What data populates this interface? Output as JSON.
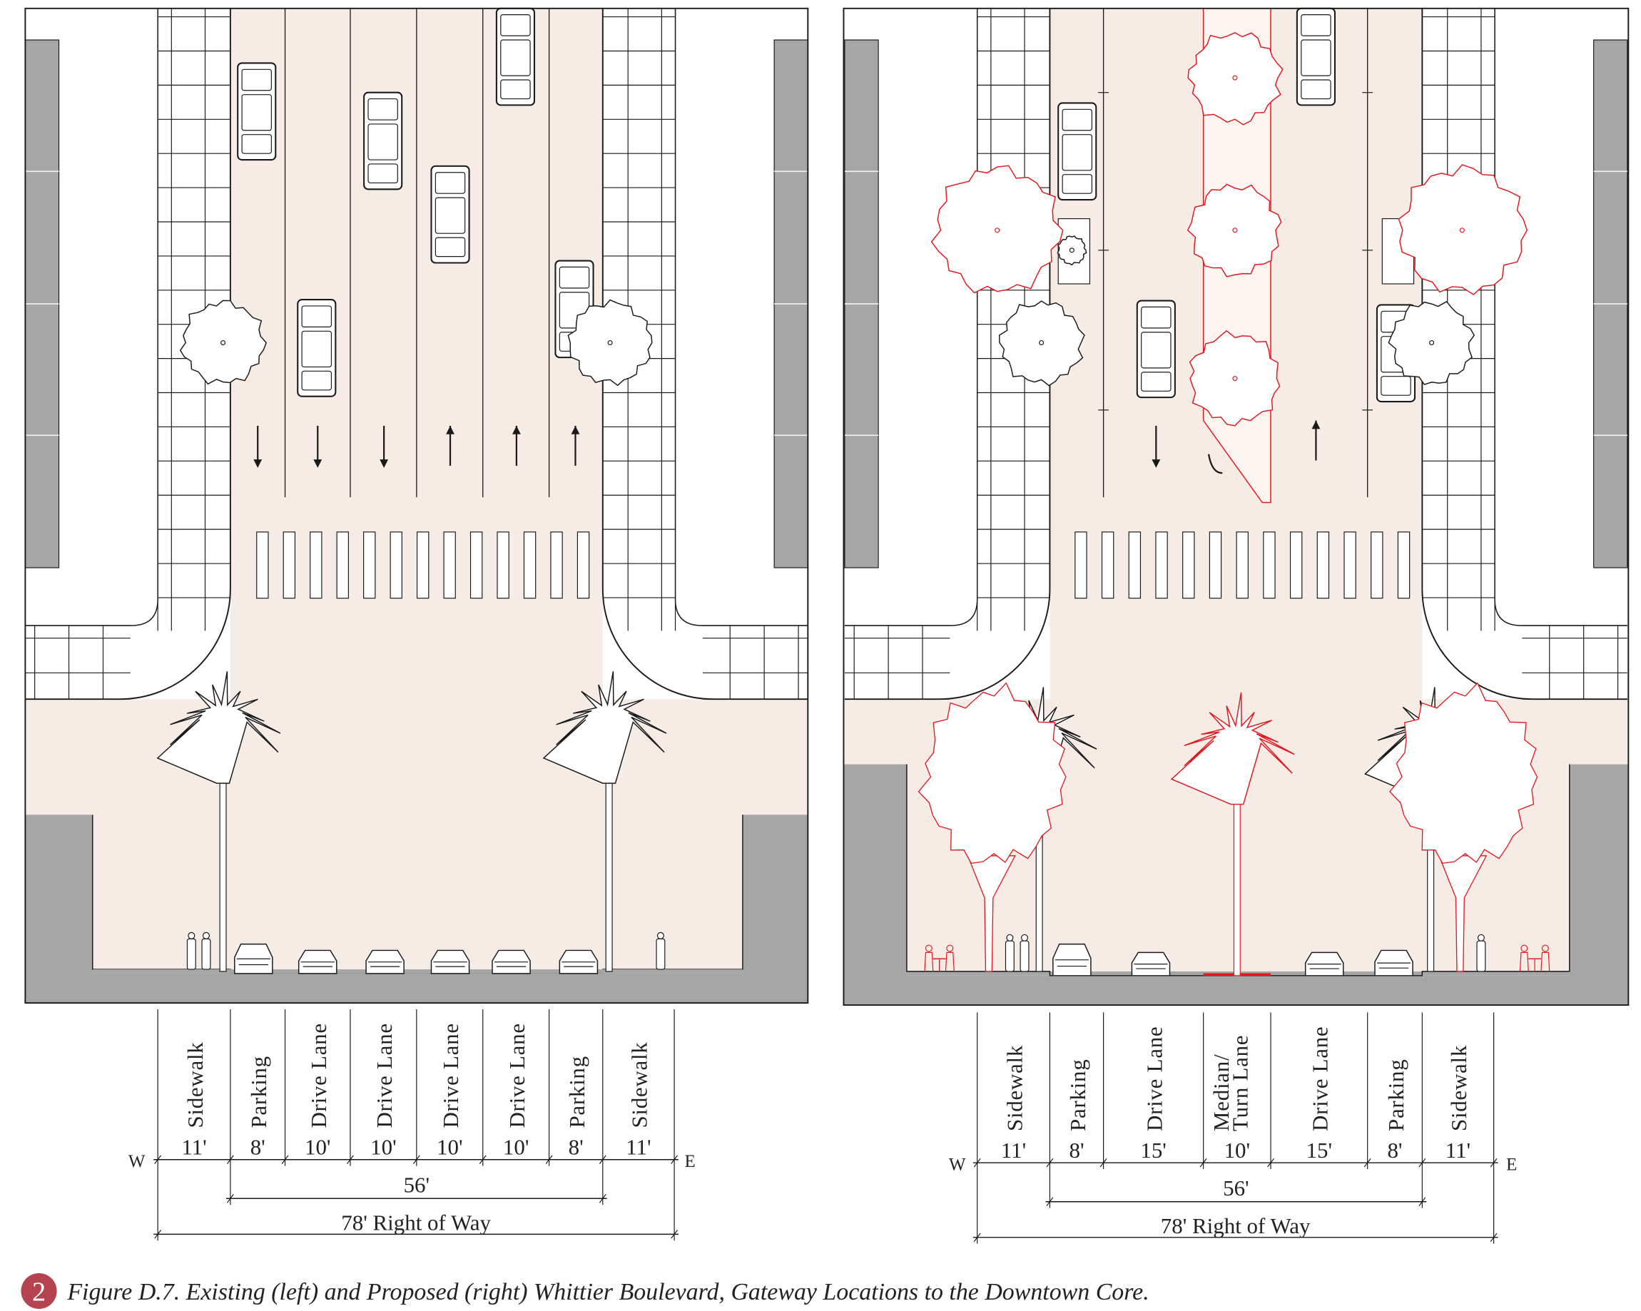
{
  "colors": {
    "road": "#f6ebe5",
    "median": "#fbf4f0",
    "building": "#a6a6a6",
    "line": "#1a1a1a",
    "proposed": "#e0191f",
    "badge": "#b5434f"
  },
  "existing": {
    "columns": [
      {
        "label": "Sidewalk",
        "width": "11'"
      },
      {
        "label": "Parking",
        "width": "8'"
      },
      {
        "label": "Drive Lane",
        "width": "10'"
      },
      {
        "label": "Drive Lane",
        "width": "10'"
      },
      {
        "label": "Drive Lane",
        "width": "10'"
      },
      {
        "label": "Drive Lane",
        "width": "10'"
      },
      {
        "label": "Parking",
        "width": "8'"
      },
      {
        "label": "Sidewalk",
        "width": "11'"
      }
    ],
    "west": "W",
    "east": "E",
    "curb_to_curb": "56'",
    "right_of_way": "78' Right of Way"
  },
  "proposed": {
    "columns": [
      {
        "label": "Sidewalk",
        "width": "11'"
      },
      {
        "label": "Parking",
        "width": "8'"
      },
      {
        "label": "Drive Lane",
        "width": "15'"
      },
      {
        "label_lines": [
          "Median/",
          "Turn Lane"
        ],
        "width": "10'"
      },
      {
        "label": "Drive Lane",
        "width": "15'"
      },
      {
        "label": "Parking",
        "width": "8'"
      },
      {
        "label": "Sidewalk",
        "width": "11'"
      }
    ],
    "west": "W",
    "east": "E",
    "curb_to_curb": "56'",
    "right_of_way": "78' Right of Way"
  },
  "caption": {
    "number": "2",
    "text": "Figure D.7. Existing (left) and Proposed (right) Whittier Boulevard, Gateway Locations to the Downtown Core."
  }
}
